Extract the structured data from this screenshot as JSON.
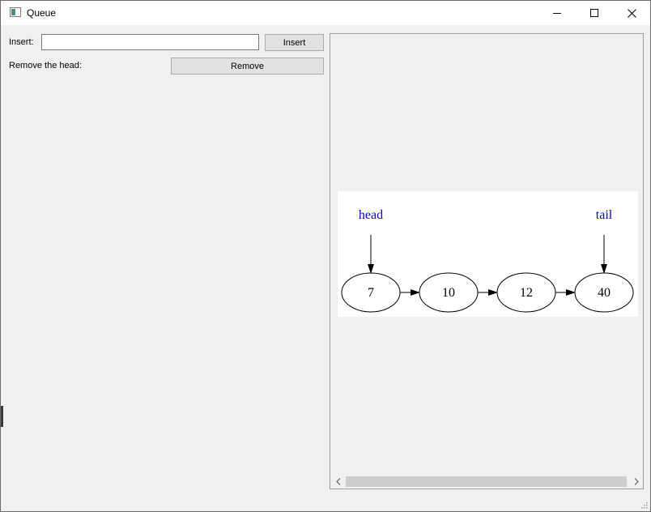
{
  "window": {
    "title": "Queue",
    "app_icon": "window-icon",
    "controls": {
      "minimize": "minimize-icon",
      "maximize": "maximize-icon",
      "close": "close-icon"
    }
  },
  "form": {
    "insert_label": "Insert:",
    "insert_value": "",
    "insert_placeholder": "",
    "insert_button": "Insert",
    "remove_label": "Remove the head:",
    "remove_button": "Remove"
  },
  "graph": {
    "pointers": [
      {
        "label": "head",
        "target": 0
      },
      {
        "label": "tail",
        "target": 3
      }
    ],
    "nodes": [
      "7",
      "10",
      "12",
      "40"
    ],
    "pointer_color": "#0000cd",
    "edge_color": "#000000"
  },
  "scrollbar": {
    "left_arrow": "chevron-left-icon",
    "right_arrow": "chevron-right-icon"
  }
}
